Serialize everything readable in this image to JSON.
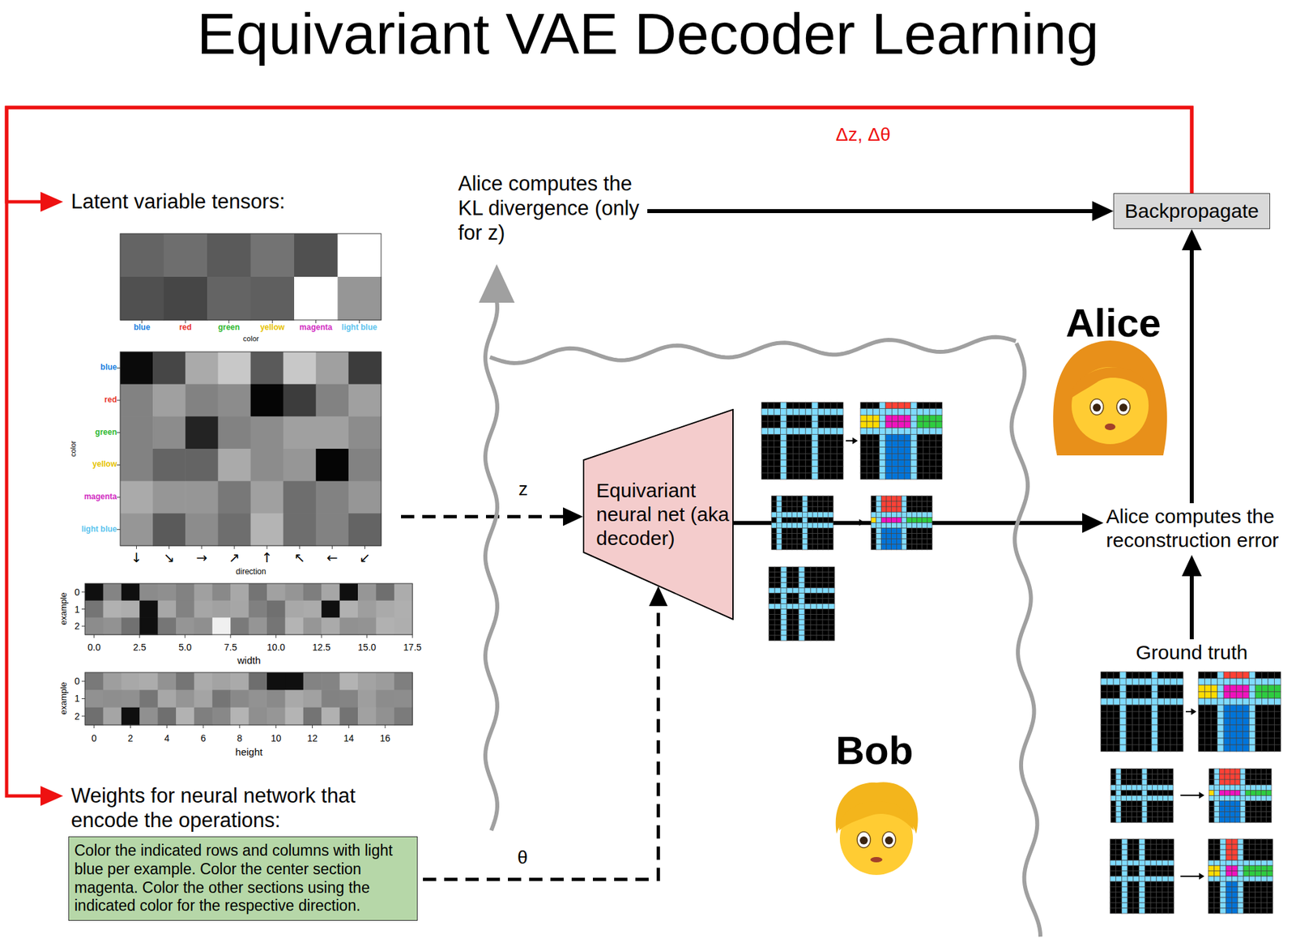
{
  "diagram": {
    "title": "Equivariant VAE Decoder Learning",
    "nodes": [
      {
        "text": [
          "Latent variable tensors:"
        ]
      },
      {
        "text": [
          "Weights for neural network that encode the operations:",
          "Color the indicated rows and columns with light blue per example. Color the center section magenta. Color the other sections using the indicated color for the respective direction."
        ]
      },
      {
        "text": [
          "Equivariant neural net (aka decoder)"
        ]
      },
      {
        "text": [
          "Alice computes the KL divergence (only for z)"
        ]
      },
      {
        "text": [
          "Backpropagate"
        ]
      },
      {
        "text": [
          "Alice computes the reconstruction error"
        ]
      },
      {
        "text": [
          "Ground truth"
        ]
      }
    ],
    "edges": [
      {
        "from": 0,
        "to": 2,
        "label": "z",
        "arrow": "to"
      },
      {
        "from": 1,
        "to": 2,
        "label": "θ",
        "arrow": "to"
      },
      {
        "from": 2,
        "to": 5,
        "arrow": "to"
      },
      {
        "from": 3,
        "to": 4,
        "arrow": "to"
      },
      {
        "from": 5,
        "to": 4,
        "arrow": "to"
      },
      {
        "from": 6,
        "to": 5,
        "arrow": "to"
      },
      {
        "from": 4,
        "to": 0,
        "label": "Δz, Δθ",
        "arrow": "to"
      },
      {
        "from": 4,
        "to": 1,
        "arrow": "to"
      }
    ],
    "labels": [
      "Alice",
      "Bob",
      "blue",
      "red",
      "green",
      "yellow",
      "magenta",
      "light blue",
      "color",
      "blue",
      "red",
      "green",
      "yellow",
      "magenta",
      "light blue",
      "color",
      "↓",
      "↘",
      "→",
      "↗",
      "↑",
      "↖",
      "←",
      "↙",
      "direction",
      "example",
      "0",
      "1",
      "2",
      "0.0",
      "2.5",
      "5.0",
      "7.5",
      "10.0",
      "12.5",
      "15.0",
      "17.5",
      "width",
      "example",
      "0",
      "1",
      "2",
      "0",
      "2",
      "4",
      "6",
      "8",
      "10",
      "12",
      "14",
      "16",
      "height"
    ]
  }
}
